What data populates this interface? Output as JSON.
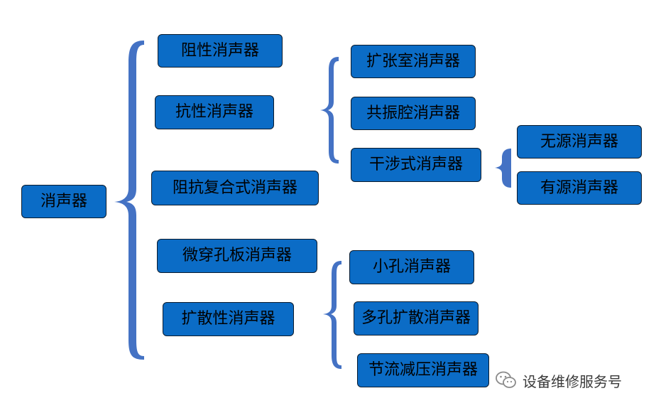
{
  "root": "消声器",
  "level1": {
    "resistive": "阻性消声器",
    "reactive": "抗性消声器",
    "composite": "阻抗复合式消声器",
    "microperforated": "微穿孔板消声器",
    "diffusion": "扩散性消声器"
  },
  "reactive_children": {
    "expansion": "扩张室消声器",
    "resonance": "共振腔消声器",
    "interference": "干涉式消声器"
  },
  "interference_children": {
    "passive": "无源消声器",
    "active": "有源消声器"
  },
  "diffusion_children": {
    "small_hole": "小孔消声器",
    "multi_hole": "多孔扩散消声器",
    "throttle": "节流减压消声器"
  },
  "watermark": "设备维修服务号",
  "colors": {
    "box_fill": "#0b6cc6",
    "brace": "#4472c4"
  }
}
